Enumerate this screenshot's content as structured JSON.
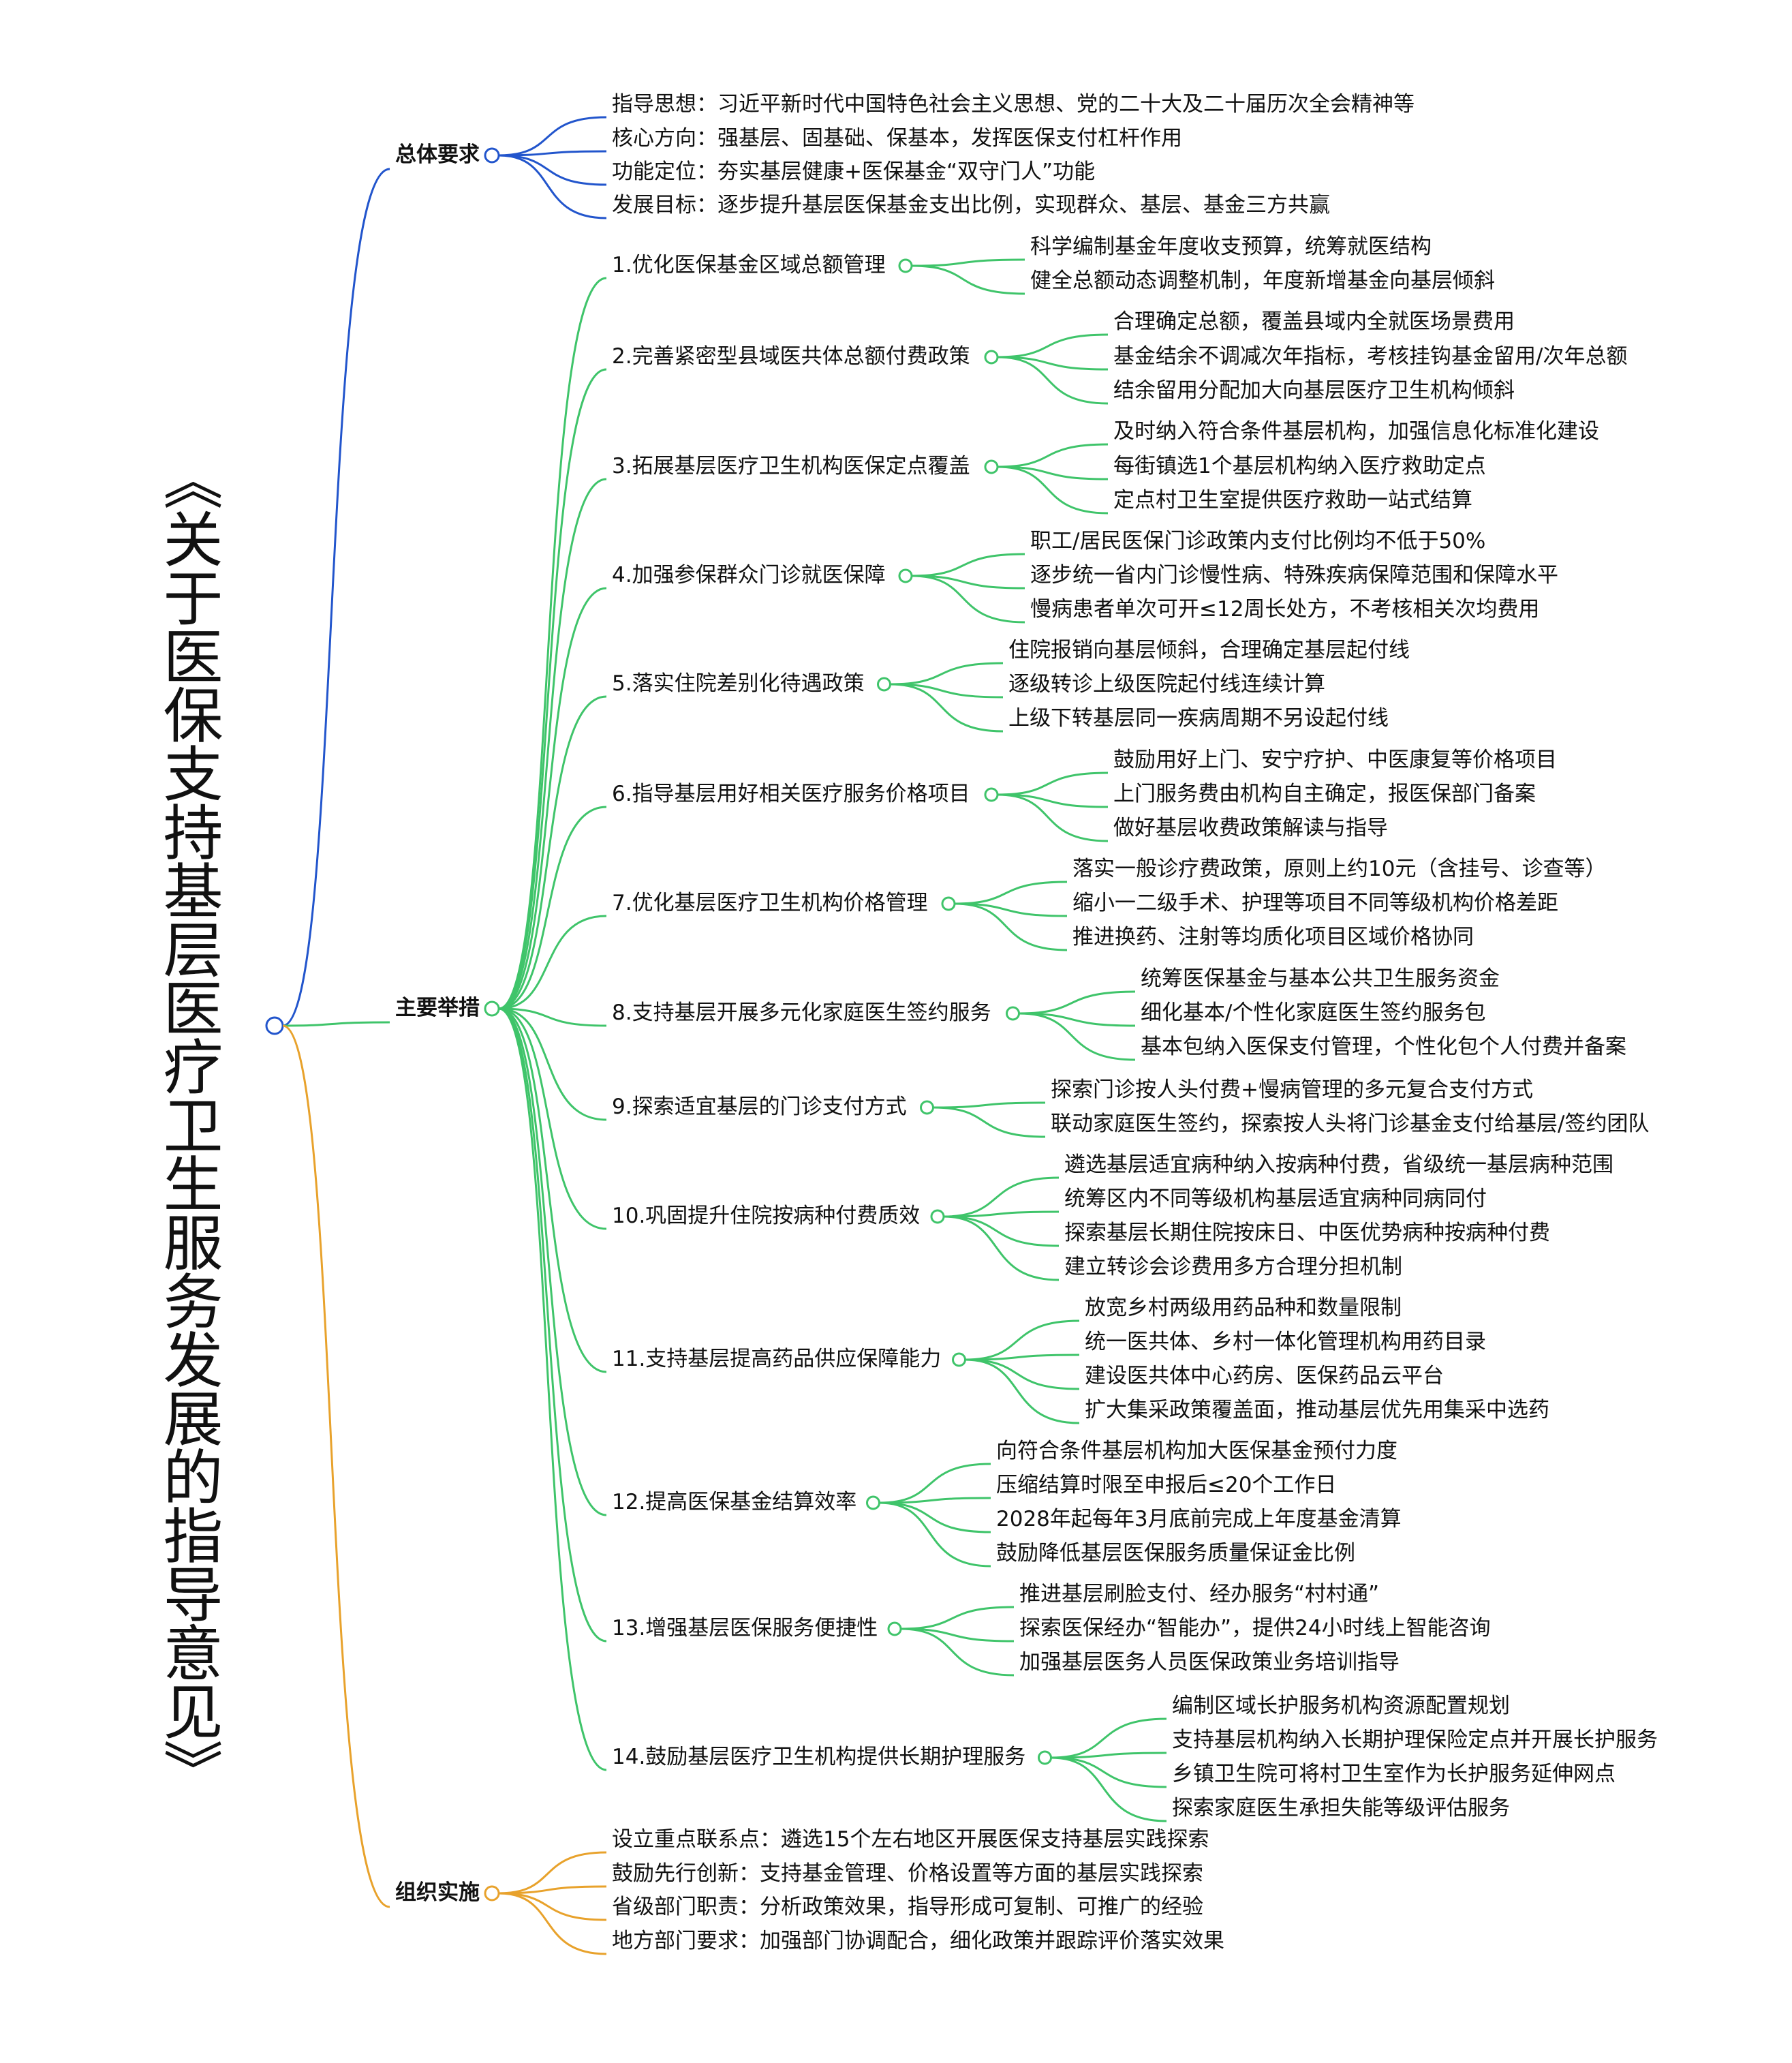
{
  "title": "《关于医保支持基层医疗卫生服务发展的指导意见》",
  "colors": {
    "blue": "#2255cc",
    "green": "#3fc46a",
    "orange": "#e8a22c"
  },
  "sections": [
    {
      "label": "总体要求",
      "color": "blue",
      "items": [
        "指导思想：习近平新时代中国特色社会主义思想、党的二十大及二十届历次全会精神等",
        "核心方向：强基层、固基础、保基本，发挥医保支付杠杆作用",
        "功能定位：夯实基层健康+医保基金“双守门人”功能",
        "发展目标：逐步提升基层医保基金支出比例，实现群众、基层、基金三方共赢"
      ]
    },
    {
      "label": "主要举措",
      "color": "green",
      "branches": [
        {
          "label": "1.优化医保基金区域总额管理",
          "leaves": [
            "科学编制基金年度收支预算，统筹就医结构",
            "健全总额动态调整机制，年度新增基金向基层倾斜"
          ]
        },
        {
          "label": "2.完善紧密型县域医共体总额付费政策",
          "leaves": [
            "合理确定总额，覆盖县域内全就医场景费用",
            "基金结余不调减次年指标，考核挂钩基金留用/次年总额",
            "结余留用分配加大向基层医疗卫生机构倾斜"
          ]
        },
        {
          "label": "3.拓展基层医疗卫生机构医保定点覆盖",
          "leaves": [
            "及时纳入符合条件基层机构，加强信息化标准化建设",
            "每街镇选1个基层机构纳入医疗救助定点",
            "定点村卫生室提供医疗救助一站式结算"
          ]
        },
        {
          "label": "4.加强参保群众门诊就医保障",
          "leaves": [
            "职工/居民医保门诊政策内支付比例均不低于50%",
            "逐步统一省内门诊慢性病、特殊疾病保障范围和保障水平",
            "慢病患者单次可开≤12周长处方，不考核相关次均费用"
          ]
        },
        {
          "label": "5.落实住院差别化待遇政策",
          "leaves": [
            "住院报销向基层倾斜，合理确定基层起付线",
            "逐级转诊上级医院起付线连续计算",
            "上级下转基层同一疾病周期不另设起付线"
          ]
        },
        {
          "label": "6.指导基层用好相关医疗服务价格项目",
          "leaves": [
            "鼓励用好上门、安宁疗护、中医康复等价格项目",
            "上门服务费由机构自主确定，报医保部门备案",
            "做好基层收费政策解读与指导"
          ]
        },
        {
          "label": "7.优化基层医疗卫生机构价格管理",
          "leaves": [
            "落实一般诊疗费政策，原则上约10元（含挂号、诊查等）",
            "缩小一二级手术、护理等项目不同等级机构价格差距",
            "推进换药、注射等均质化项目区域价格协同"
          ]
        },
        {
          "label": "8.支持基层开展多元化家庭医生签约服务",
          "leaves": [
            "统筹医保基金与基本公共卫生服务资金",
            "细化基本/个性化家庭医生签约服务包",
            "基本包纳入医保支付管理，个性化包个人付费并备案"
          ]
        },
        {
          "label": "9.探索适宜基层的门诊支付方式",
          "leaves": [
            "探索门诊按人头付费+慢病管理的多元复合支付方式",
            "联动家庭医生签约，探索按人头将门诊基金支付给基层/签约团队"
          ]
        },
        {
          "label": "10.巩固提升住院按病种付费质效",
          "leaves": [
            "遴选基层适宜病种纳入按病种付费，省级统一基层病种范围",
            "统筹区内不同等级机构基层适宜病种同病同付",
            "探索基层长期住院按床日、中医优势病种按病种付费",
            "建立转诊会诊费用多方合理分担机制"
          ]
        },
        {
          "label": "11.支持基层提高药品供应保障能力",
          "leaves": [
            "放宽乡村两级用药品种和数量限制",
            "统一医共体、乡村一体化管理机构用药目录",
            "建设医共体中心药房、医保药品云平台",
            "扩大集采政策覆盖面，推动基层优先用集采中选药"
          ]
        },
        {
          "label": "12.提高医保基金结算效率",
          "leaves": [
            "向符合条件基层机构加大医保基金预付力度",
            "压缩结算时限至申报后≤20个工作日",
            "2028年起每年3月底前完成上年度基金清算",
            "鼓励降低基层医保服务质量保证金比例"
          ]
        },
        {
          "label": "13.增强基层医保服务便捷性",
          "leaves": [
            "推进基层刷脸支付、经办服务“村村通”",
            "探索医保经办“智能办”，提供24小时线上智能咨询",
            "加强基层医务人员医保政策业务培训指导"
          ]
        },
        {
          "label": "14.鼓励基层医疗卫生机构提供长期护理服务",
          "leaves": [
            "编制区域长护服务机构资源配置规划",
            "支持基层机构纳入长期护理保险定点并开展长护服务",
            "乡镇卫生院可将村卫生室作为长护服务延伸网点",
            "探索家庭医生承担失能等级评估服务"
          ]
        }
      ]
    },
    {
      "label": "组织实施",
      "color": "orange",
      "items": [
        "设立重点联系点：遴选15个左右地区开展医保支持基层实践探索",
        "鼓励先行创新：支持基金管理、价格设置等方面的基层实践探索",
        "省级部门职责：分析政策效果，指导形成可复制、可推广的经验",
        "地方部门要求：加强部门协调配合，细化政策并跟踪评价落实效果"
      ]
    }
  ]
}
